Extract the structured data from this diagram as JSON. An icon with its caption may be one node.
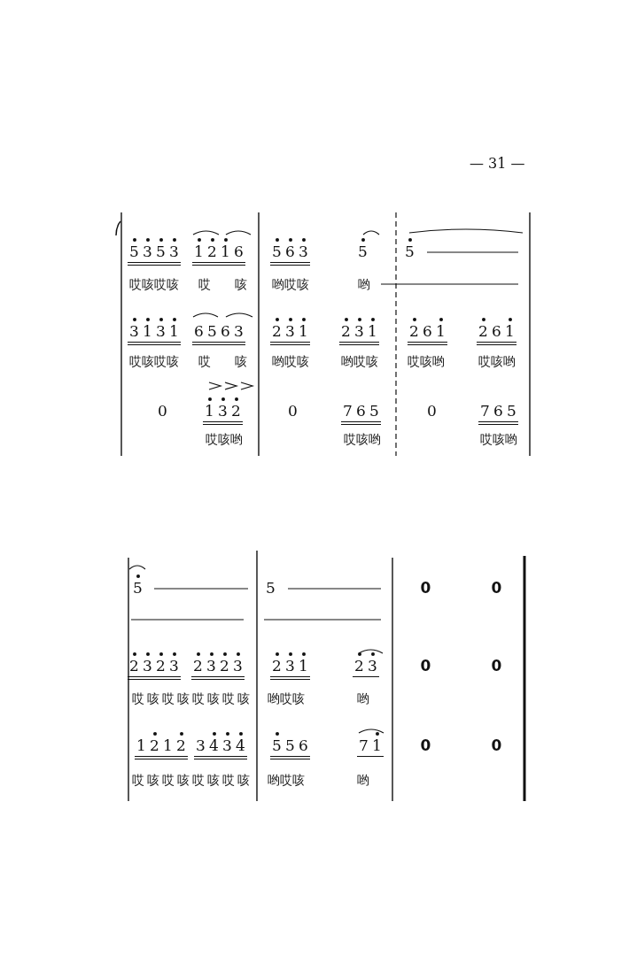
{
  "diagram": {
    "labels": [
      "— 31 —",
      "5353",
      "1216",
      "563",
      "5",
      "5",
      "哎咳哎咳",
      "哎",
      "咳",
      "哟哎咳",
      "哟",
      "3131",
      "6563",
      "231",
      "231",
      "261",
      "261",
      "哎咳哎咳",
      "哎",
      "咳",
      "哟哎咳",
      "哟哎咳",
      "哎咳哟",
      "哎咳哟",
      "0",
      "132",
      "0",
      "765",
      "0",
      "765",
      "哎咳哟",
      "哎咳哟",
      "哎咳哟",
      "5",
      "5",
      "0",
      "0",
      "2323",
      "2323",
      "231",
      "23",
      "0",
      "0",
      "哎咳哎咳哎咳哎咳",
      "哟哎咳",
      "哟",
      "1212",
      "3434",
      "556",
      "71",
      "0",
      "0",
      "哎咳哎咳哎咳哎咳",
      "哟哎咳",
      "哟"
    ]
  }
}
